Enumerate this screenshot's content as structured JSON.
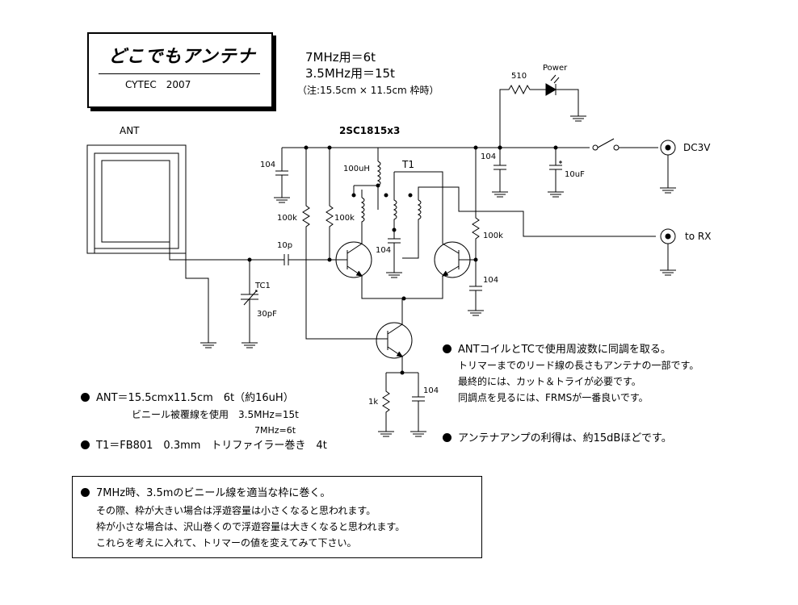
{
  "title_box": {
    "title": "どこでもアンテナ",
    "subtitle": "CYTEC　2007"
  },
  "spec": {
    "line1": "7MHz用＝6t",
    "line2": "3.5MHz用＝15t",
    "line3": "（注:15.5cm × 11.5cm 枠時）"
  },
  "labels": {
    "ant": "ANT",
    "transistors": "2SC1815x3",
    "power": "Power",
    "r510": "510",
    "dc3v": "DC3V",
    "to_rx": "to RX",
    "c104_left": "104",
    "c104_dc": "104",
    "c10uf": "10uF",
    "l100uh": "100uH",
    "t1": "T1",
    "r100k_a": "100k",
    "r100k_b": "100k",
    "r100k_c": "100k",
    "c10p": "10p",
    "c104_mid": "104",
    "c104_right": "104",
    "tc1": "TC1",
    "c30pf": "30pF",
    "r1k": "1k",
    "c104_bottom": "104"
  },
  "notes_left": {
    "ant_line1": "ANT＝15.5cmx11.5cm　6t（約16uH）",
    "ant_line2": "ビニール被覆線を使用　3.5MHz=15t",
    "ant_line3": "7MHz=6t",
    "t1_line": "T1＝FB801　0.3mm　トリファイラー巻き　4t"
  },
  "notes_right": {
    "line1": "ANTコイルとTCで使用周波数に同調を取る。",
    "line2": "トリマーまでのリード線の長さもアンテナの一部です。",
    "line3": "最終的には、カット＆トライが必要です。",
    "line4": "同調点を見るには、FRMSが一番良いです。",
    "line5": "アンテナアンプの利得は、約15dBほどです。"
  },
  "notes_box": {
    "line1": "7MHz時、3.5mのビニール線を適当な枠に巻く。",
    "line2": "その際、枠が大きい場合は浮遊容量は小さくなると思われます。",
    "line3": "枠が小さな場合は、沢山巻くので浮遊容量は大きくなると思われます。",
    "line4": "これらを考えに入れて、トリマーの値を変えてみて下さい。"
  }
}
